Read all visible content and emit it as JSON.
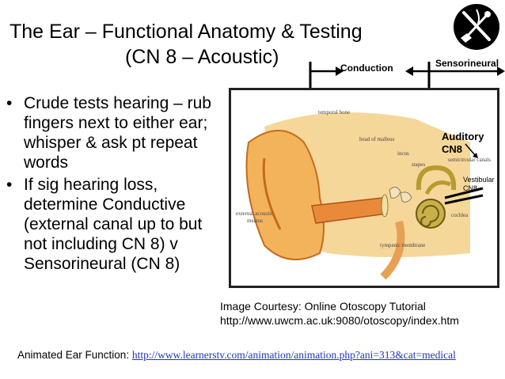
{
  "slide": {
    "title_line1": "The Ear – Functional Anatomy & Testing",
    "title_line2": "(CN 8 – Acoustic)"
  },
  "bullets": [
    {
      "marker": "•",
      "text": "Crude tests hearing – rub fingers next to either ear; whisper & ask pt repeat words"
    },
    {
      "marker": "•",
      "text": "If sig hearing loss, determine Conductive (external canal up to but not including CN 8) v Sensorineural (CN 8)"
    }
  ],
  "diagram": {
    "conduction_label": "Conduction",
    "sensorineural_label": "Sensorineural",
    "auditory_label": "Auditory",
    "cn8_label": "CN8",
    "vestibular_label": "Vestibular",
    "vestibular_cn8_label": "CN8",
    "ear_labels": {
      "temporal_bone": "temporal bone",
      "head_of_malleus": "head of malleus",
      "incus": "incus",
      "stapes": "stapes",
      "semicircular_canals": "semicircular canals",
      "cochlea": "cochlea",
      "external_acoustic_meatus_1": "external acoustic",
      "external_acoustic_meatus_2": "meatus",
      "tympanic_membrane": "tympanic membrane"
    }
  },
  "courtesy": {
    "line1": "Image Courtesy: Online Otoscopy Tutorial",
    "line2": "http://www.uwcm.ac.uk:9080/otoscopy/index.htm"
  },
  "footer": {
    "prefix": "Animated Ear Function: ",
    "link_text": "http://www.learnerstv.com/animation/animation.php?ani=313&cat=medical"
  },
  "colors": {
    "link": "#2233cc",
    "skin": "#f3b35a",
    "cochlea": "#c9b04a"
  },
  "logo_icon": "medical-logo-icon"
}
